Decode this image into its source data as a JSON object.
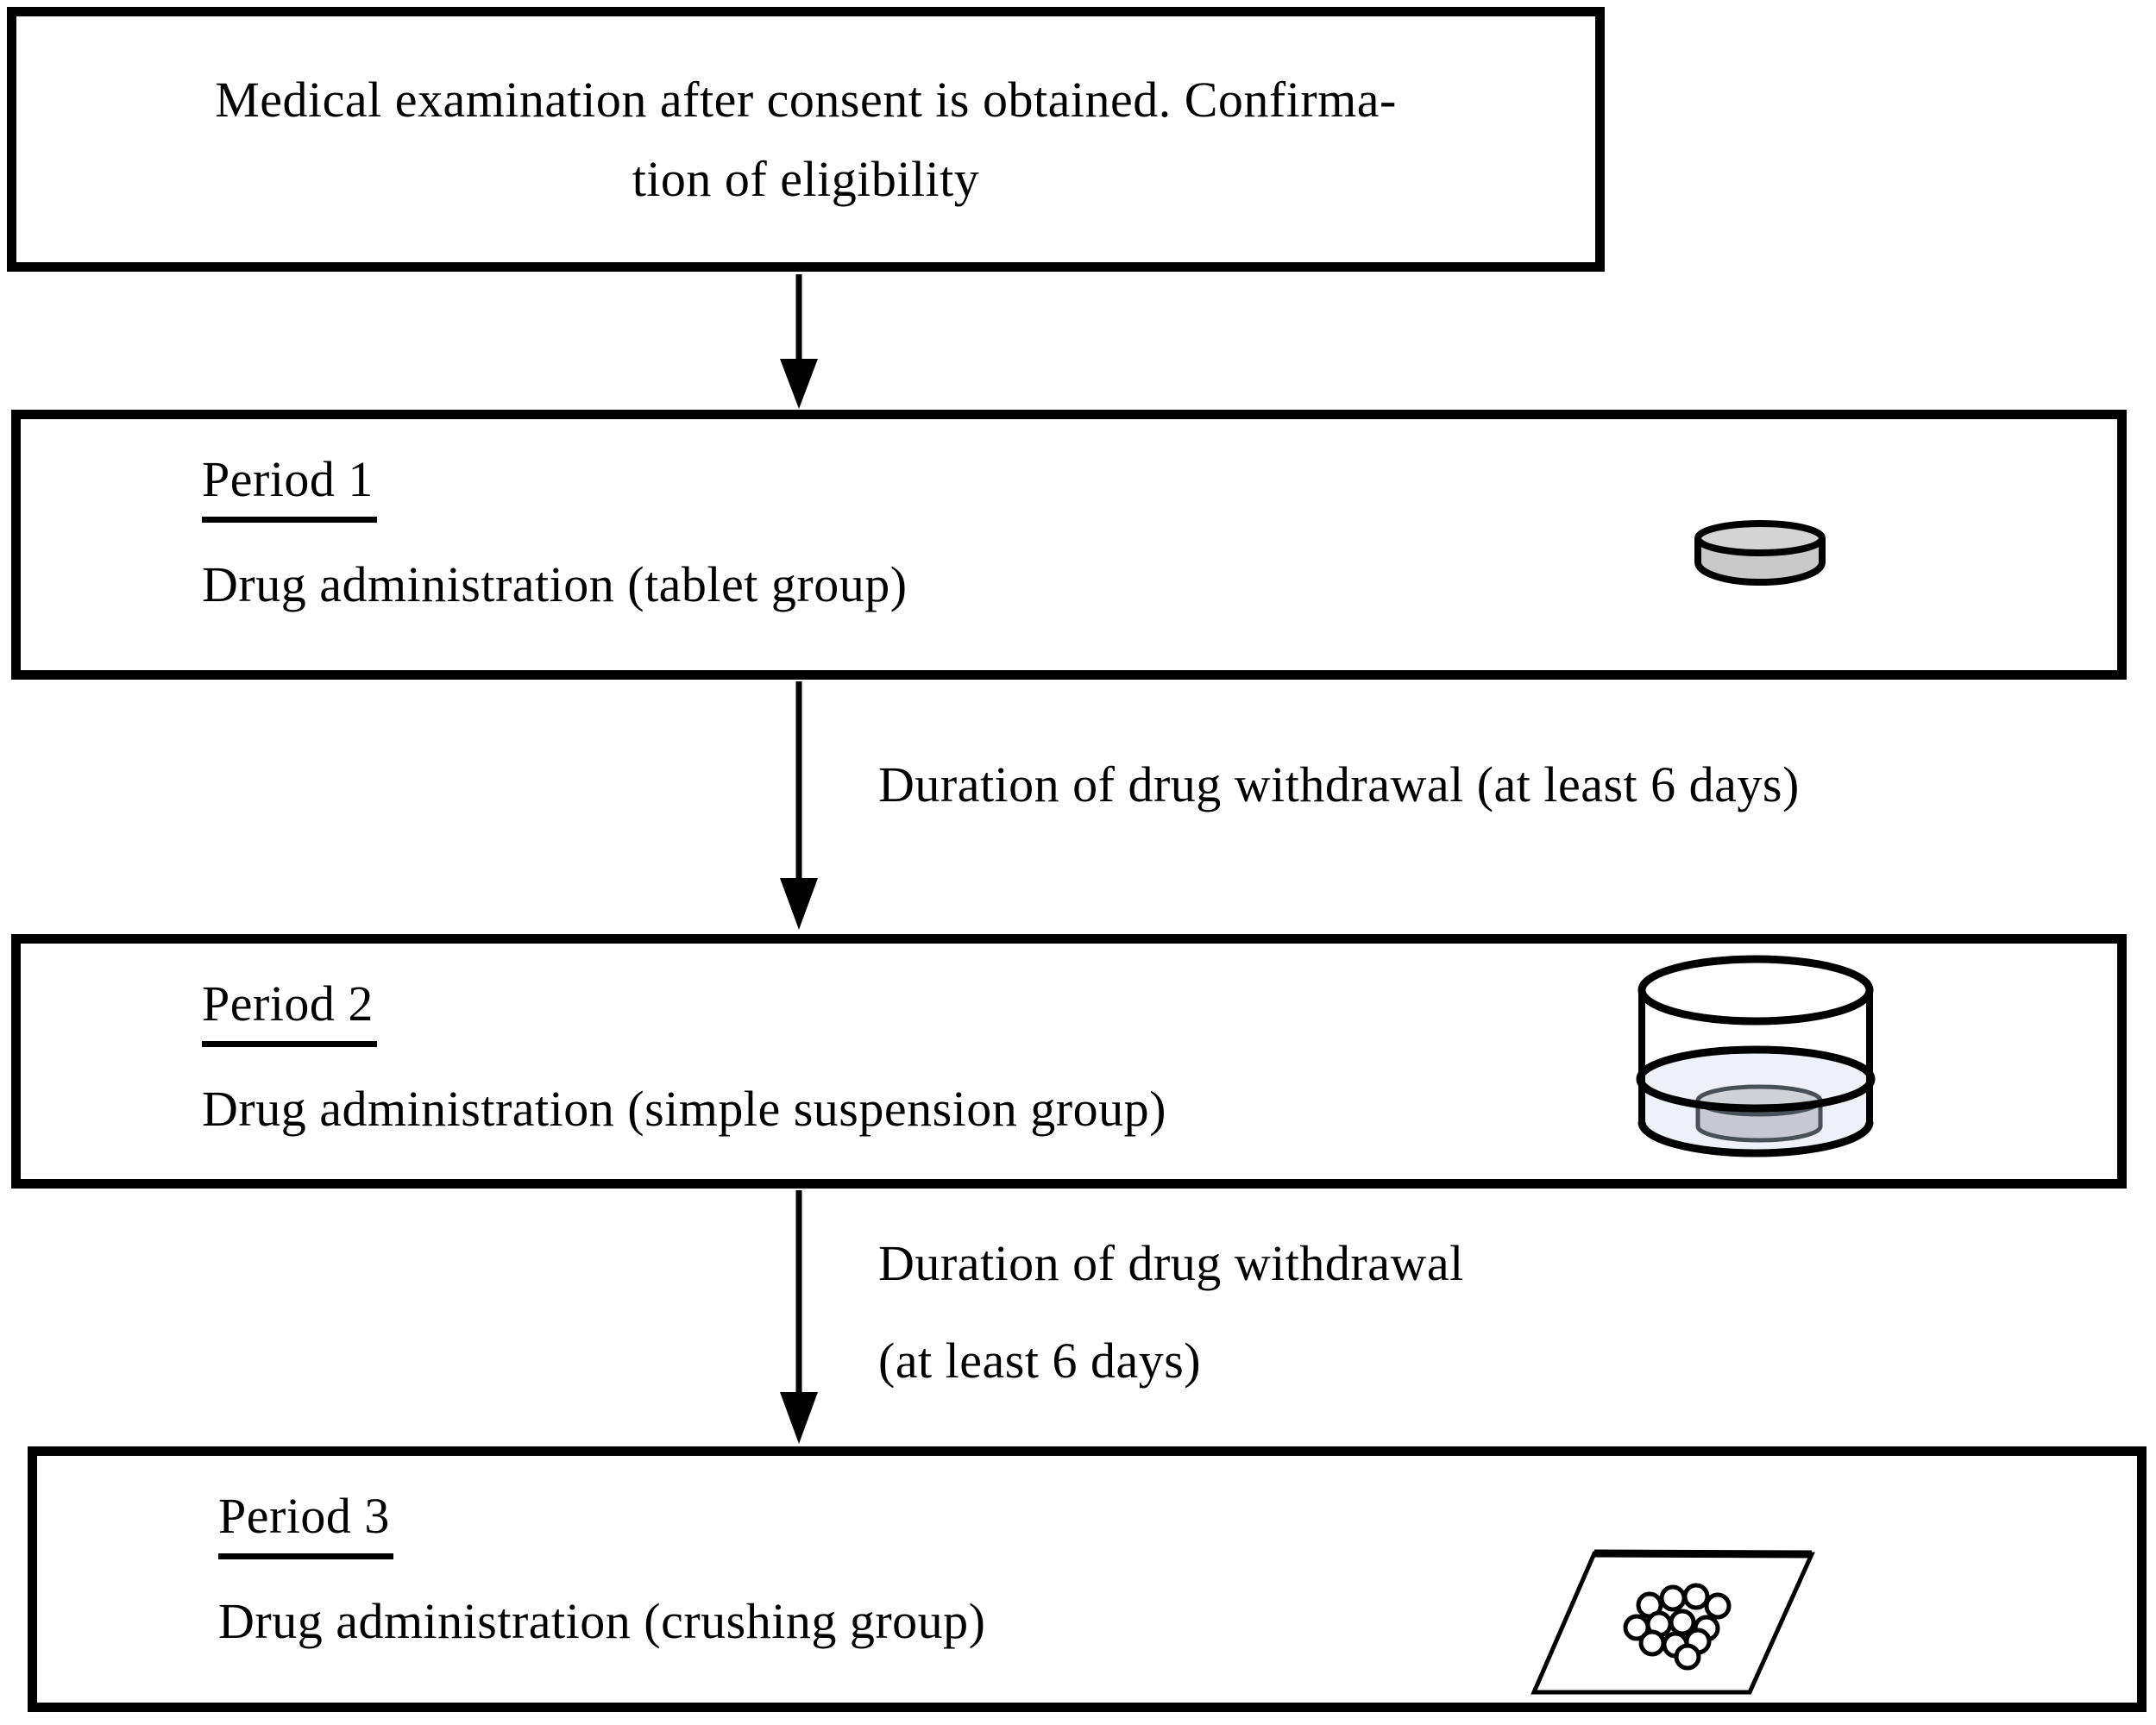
{
  "figure": {
    "top_box": {
      "line1": "Medical examination after consent is obtained. Confirma-",
      "line2": "tion of eligibility"
    },
    "periods": [
      {
        "title": "Period 1",
        "description": "Drug administration (tablet group)",
        "icon": "tablet-icon"
      },
      {
        "title": "Period 2",
        "description": "Drug administration (simple suspension group)",
        "icon": "suspension-cup-icon"
      },
      {
        "title": "Period 3",
        "description": "Drug administration (crushing group)",
        "icon": "crushed-granules-packet-icon"
      }
    ],
    "withdrawal_labels": [
      {
        "line1": "Duration of drug withdrawal (at least 6 days)",
        "line2": ""
      },
      {
        "line1": "Duration of drug withdrawal",
        "line2": "(at least 6 days)"
      }
    ],
    "colors": {
      "outline": "#000000",
      "tablet_fill": "#c9c9c9",
      "tablet_top_fill": "#d4d4d4",
      "water_fill": "#eef2f8",
      "cup_tablet_fill": "#c6cad0",
      "cup_tablet_top_fill": "#cfd3d8",
      "cup_tablet_stroke": "#4a5058",
      "granule_fill": "#ffffff"
    }
  }
}
